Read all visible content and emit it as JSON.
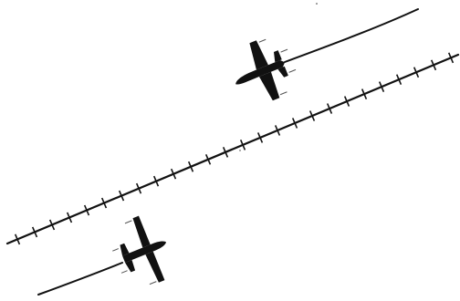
{
  "colors": {
    "background": "#ffffff",
    "ink": "#111111",
    "speed_lines": "#555555"
  },
  "figure": {
    "icons": [
      "airplane-icon",
      "airplane-icon"
    ],
    "elements": [
      "boundary-line-with-ticks",
      "flight-path-trail",
      "flight-path-trail"
    ]
  }
}
